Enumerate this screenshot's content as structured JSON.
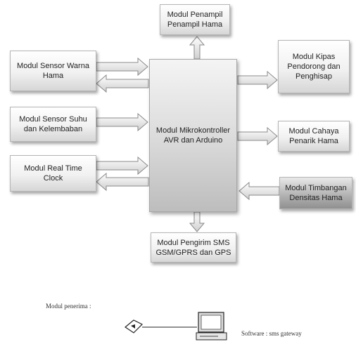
{
  "diagram": {
    "center_label": "Modul Mikrokontroller AVR dan Arduino",
    "modules": {
      "penampil": "Modul Penampil Penampil Hama",
      "sensor_warna": "Modul Sensor Warna Hama",
      "sensor_suhu": "Modul Sensor Suhu dan Kelembaban",
      "rtc": "Modul Real Time Clock",
      "kipas": "Modul Kipas Pendorong dan Penghisap",
      "cahaya": "Modul Cahaya Penarik Hama",
      "timbangan": "Modul Timbangan Densitas Hama",
      "sms": "Modul Pengirim SMS GSM/GPRS dan GPS"
    },
    "receiver_label": "Modul penerima :",
    "software_label": "Software : sms gateway"
  }
}
